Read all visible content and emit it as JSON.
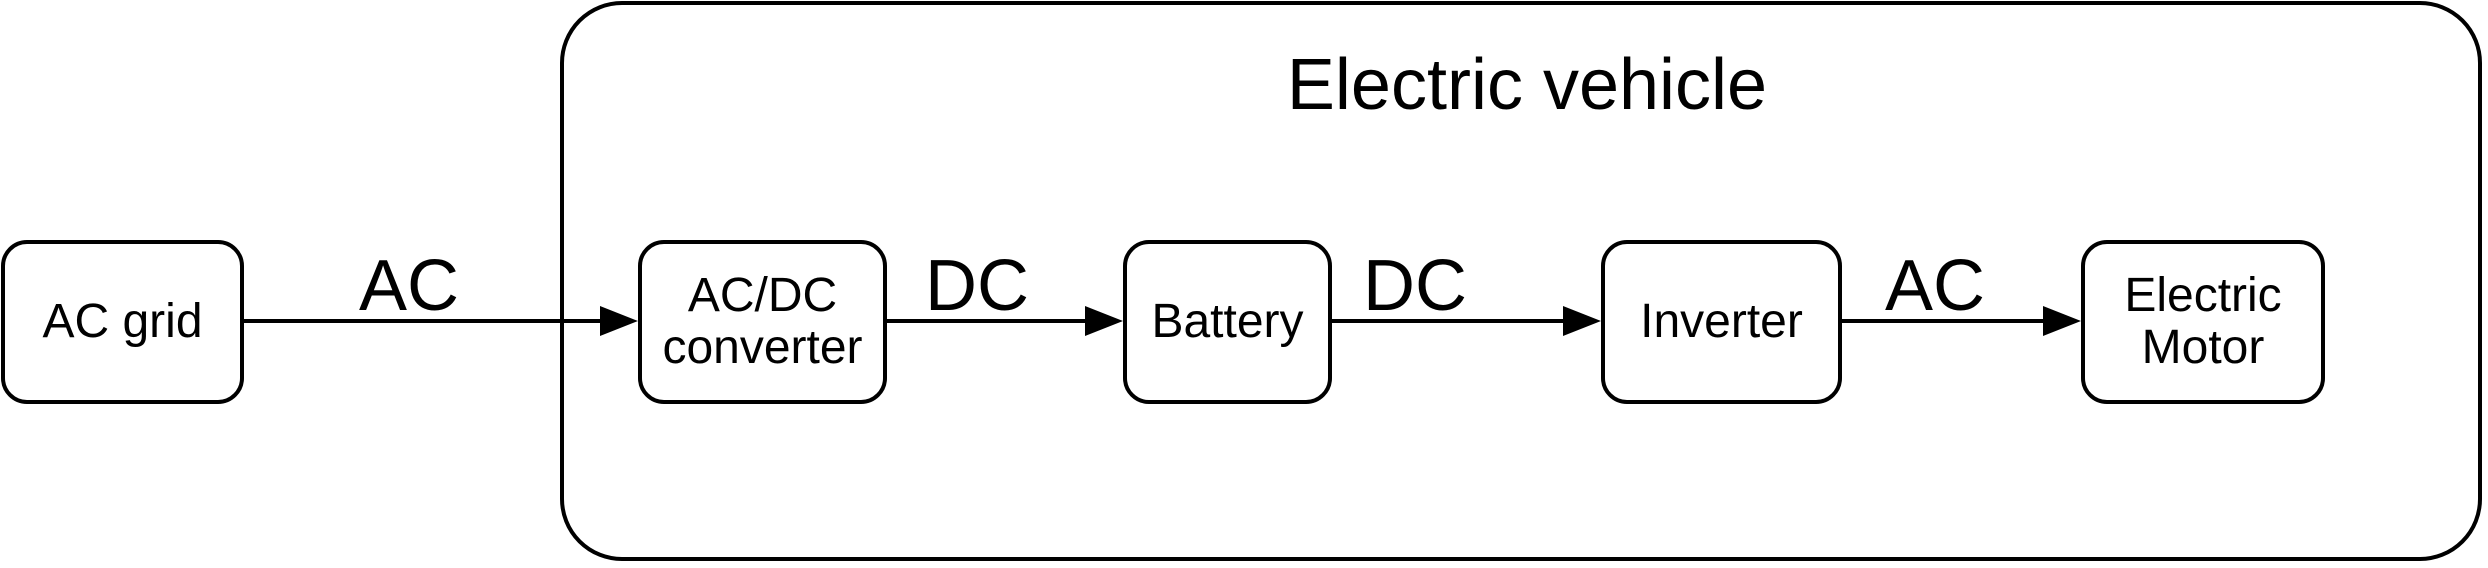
{
  "diagram": {
    "title": "Electric vehicle",
    "colors": {
      "stroke": "#000000",
      "background": "#ffffff",
      "text": "#000000"
    },
    "nodes": {
      "ac_grid": {
        "label": "AC grid"
      },
      "converter": {
        "lines": [
          "AC/DC",
          "converter"
        ]
      },
      "battery": {
        "label": "Battery"
      },
      "inverter": {
        "label": "Inverter"
      },
      "motor": {
        "lines": [
          "Electric",
          "Motor"
        ]
      }
    },
    "edges": [
      {
        "label": "AC",
        "from": "AC grid",
        "to": "AC/DC converter"
      },
      {
        "label": "DC",
        "from": "AC/DC converter",
        "to": "Battery"
      },
      {
        "label": "DC",
        "from": "Battery",
        "to": "Inverter"
      },
      {
        "label": "AC",
        "from": "Inverter",
        "to": "Electric Motor"
      }
    ]
  }
}
